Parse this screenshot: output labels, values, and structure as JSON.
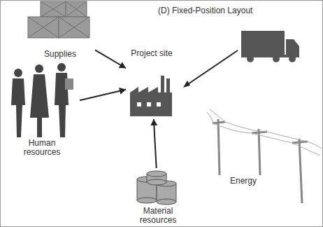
{
  "diagram": {
    "title": "(D) Fixed-Position Layout",
    "nodes": [
      {
        "text": [
          "Supplies"
        ]
      },
      {
        "text": [
          "Project site"
        ]
      },
      {
        "text": [
          "Human resources"
        ]
      },
      {
        "text": [
          "Material resources"
        ]
      },
      {
        "text": [
          "Energy"
        ]
      }
    ],
    "edges": [
      {
        "from": 0,
        "to": 1,
        "arrow": "to"
      },
      {
        "from": 2,
        "to": 1,
        "arrow": "to"
      },
      {
        "from": 3,
        "to": 1,
        "arrow": "to"
      }
    ]
  }
}
